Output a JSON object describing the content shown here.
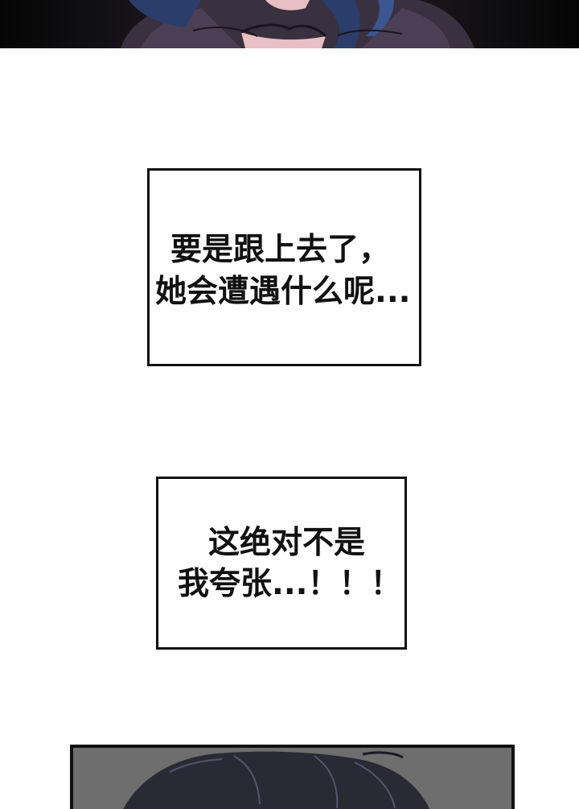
{
  "captions": [
    {
      "lines": [
        "要是跟上去了，",
        "她会遭遇什么呢..."
      ]
    },
    {
      "lines": [
        "这绝对不是",
        "我夸张...！！！"
      ]
    }
  ],
  "colors": {
    "page_background": "#ffffff",
    "border": "#111111",
    "text": "#111111",
    "top_panel_dark": "#121212",
    "top_panel_hair": "#2b3e6b",
    "top_panel_cloth": "#3a3140",
    "top_panel_skin": "#e8bfc2",
    "bottom_panel_bg": "#6e6e6e",
    "bottom_panel_hair": "#2a2a35"
  }
}
